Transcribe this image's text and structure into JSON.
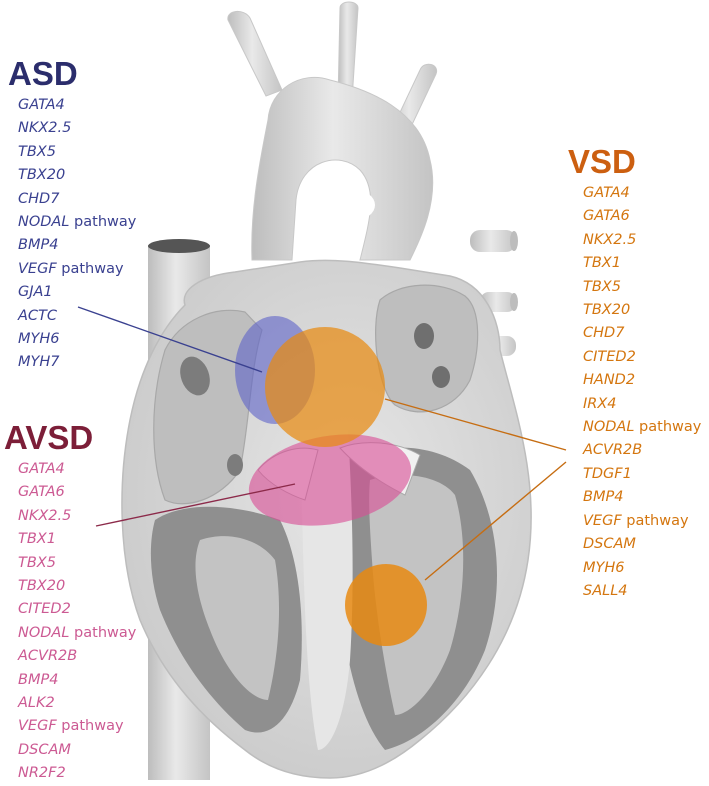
{
  "colors": {
    "asd_title": "#2b2d6c",
    "asd_genes": "#3a4190",
    "vsd_title": "#cc5f10",
    "vsd_genes": "#d4760f",
    "avsd_title": "#7c1e38",
    "avsd_genes": "#cc5a93",
    "heart_body": "#d2d2d2",
    "heart_muscle": "#8f8f8f",
    "asd_marker": "#5d63c8",
    "vsd_marker": "#e88a12",
    "avsd_marker": "#d94f96"
  },
  "asd": {
    "title": "ASD",
    "genes": [
      {
        "symbol": "GATA4",
        "suffix": ""
      },
      {
        "symbol": "NKX2.5",
        "suffix": ""
      },
      {
        "symbol": "TBX5",
        "suffix": ""
      },
      {
        "symbol": "TBX20",
        "suffix": ""
      },
      {
        "symbol": "CHD7",
        "suffix": ""
      },
      {
        "symbol": "NODAL",
        "suffix": " pathway"
      },
      {
        "symbol": "BMP4",
        "suffix": ""
      },
      {
        "symbol": "VEGF",
        "suffix": " pathway"
      },
      {
        "symbol": "GJA1",
        "suffix": ""
      },
      {
        "symbol": "ACTC",
        "suffix": ""
      },
      {
        "symbol": "MYH6",
        "suffix": ""
      },
      {
        "symbol": "MYH7",
        "suffix": ""
      }
    ]
  },
  "vsd": {
    "title": "VSD",
    "genes": [
      {
        "symbol": "GATA4",
        "suffix": ""
      },
      {
        "symbol": "GATA6",
        "suffix": ""
      },
      {
        "symbol": "NKX2.5",
        "suffix": ""
      },
      {
        "symbol": "TBX1",
        "suffix": ""
      },
      {
        "symbol": "TBX5",
        "suffix": ""
      },
      {
        "symbol": "TBX20",
        "suffix": ""
      },
      {
        "symbol": "CHD7",
        "suffix": ""
      },
      {
        "symbol": "CITED2",
        "suffix": ""
      },
      {
        "symbol": "HAND2",
        "suffix": ""
      },
      {
        "symbol": "IRX4",
        "suffix": ""
      },
      {
        "symbol": "NODAL",
        "suffix": " pathway"
      },
      {
        "symbol": "ACVR2B",
        "suffix": ""
      },
      {
        "symbol": "TDGF1",
        "suffix": ""
      },
      {
        "symbol": "BMP4",
        "suffix": ""
      },
      {
        "symbol": "VEGF",
        "suffix": " pathway"
      },
      {
        "symbol": "DSCAM",
        "suffix": ""
      },
      {
        "symbol": "MYH6",
        "suffix": ""
      },
      {
        "symbol": "SALL4",
        "suffix": ""
      }
    ]
  },
  "avsd": {
    "title": "AVSD",
    "genes": [
      {
        "symbol": "GATA4",
        "suffix": ""
      },
      {
        "symbol": "GATA6",
        "suffix": ""
      },
      {
        "symbol": "NKX2.5",
        "suffix": ""
      },
      {
        "symbol": "TBX1",
        "suffix": ""
      },
      {
        "symbol": "TBX5",
        "suffix": ""
      },
      {
        "symbol": "TBX20",
        "suffix": ""
      },
      {
        "symbol": "CITED2",
        "suffix": ""
      },
      {
        "symbol": "NODAL",
        "suffix": " pathway"
      },
      {
        "symbol": "ACVR2B",
        "suffix": ""
      },
      {
        "symbol": "BMP4",
        "suffix": ""
      },
      {
        "symbol": "ALK2",
        "suffix": ""
      },
      {
        "symbol": "VEGF",
        "suffix": " pathway"
      },
      {
        "symbol": "DSCAM",
        "suffix": ""
      },
      {
        "symbol": "NR2F2",
        "suffix": ""
      }
    ]
  }
}
